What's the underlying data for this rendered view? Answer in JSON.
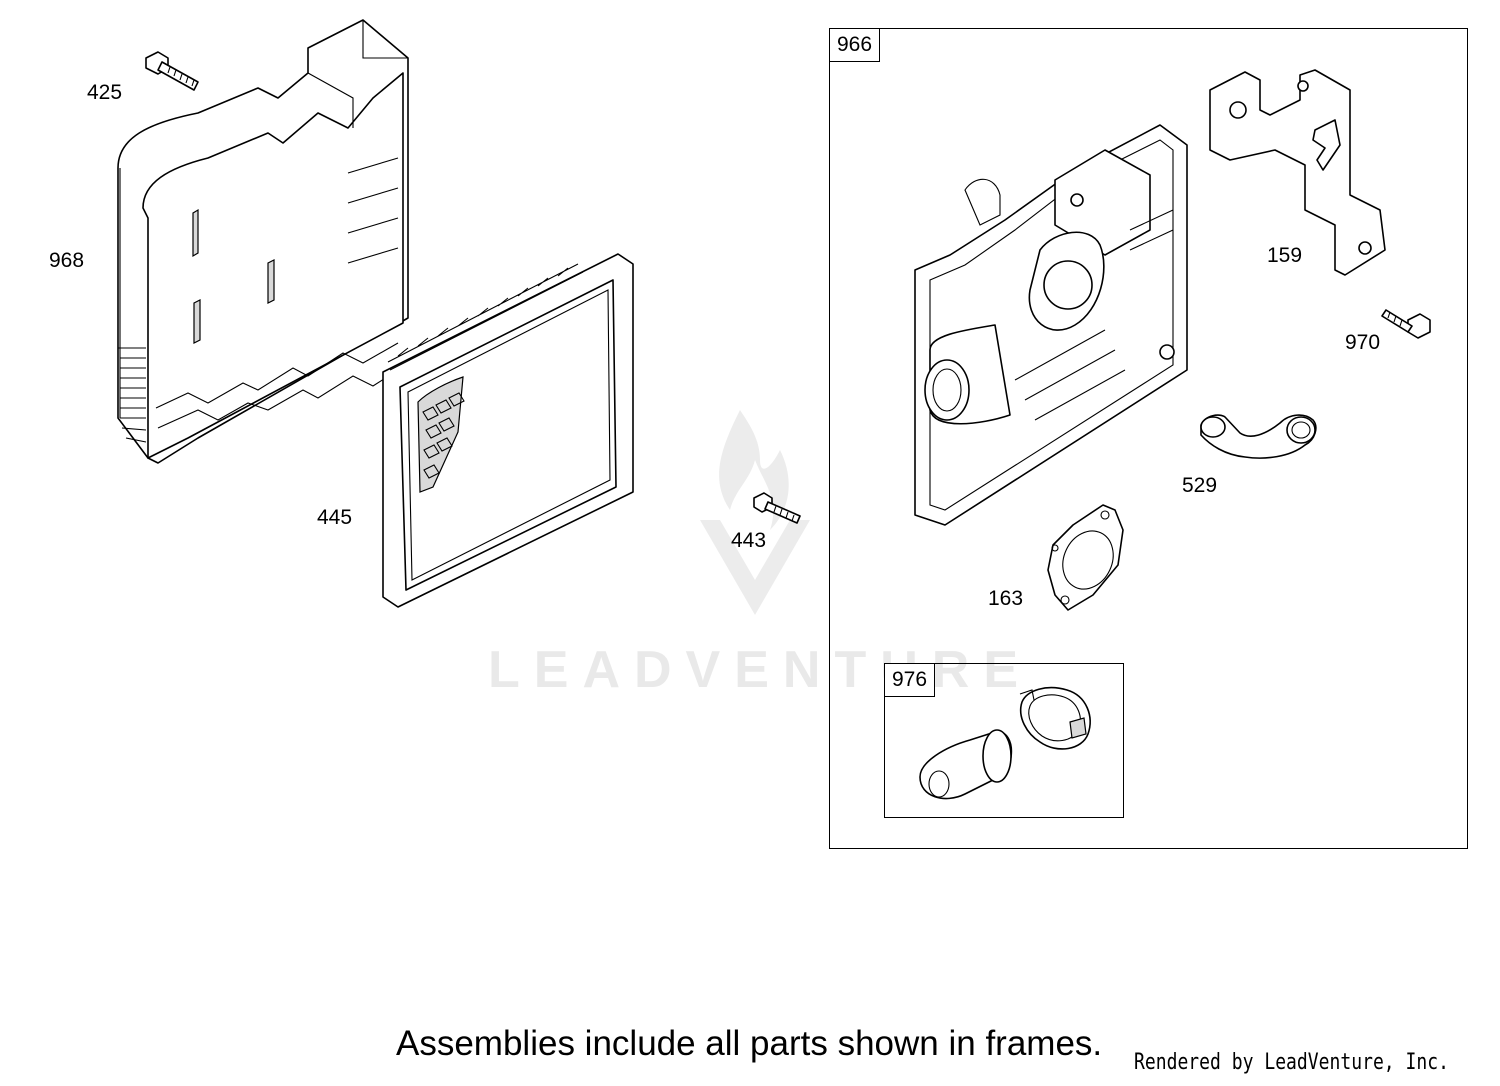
{
  "callouts": {
    "p425": "425",
    "p968": "968",
    "p445": "445",
    "p443": "443",
    "p159": "159",
    "p970": "970",
    "p529": "529",
    "p163": "163"
  },
  "frames": {
    "f966": "966",
    "f976": "976"
  },
  "watermark": "LEADVENTURE",
  "footer": {
    "note": "Assemblies include all parts shown in frames.",
    "credit": "Rendered by LeadVenture, Inc."
  }
}
